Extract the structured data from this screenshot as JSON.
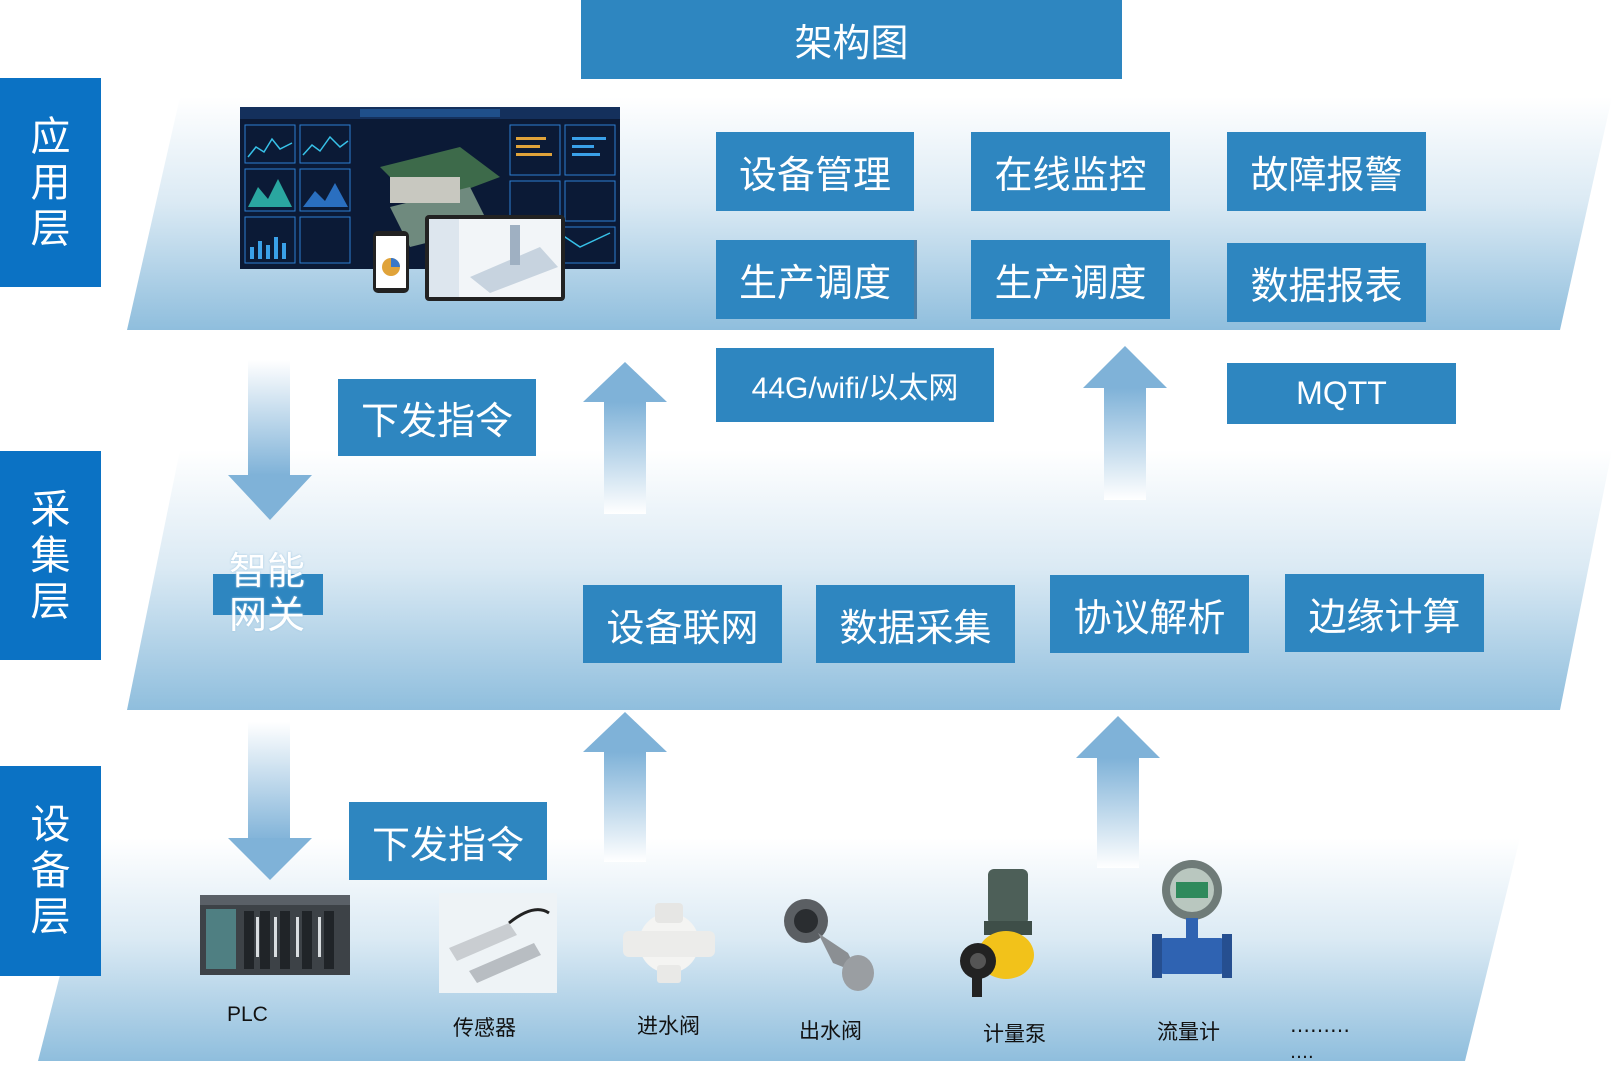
{
  "title": "架构图",
  "layers": [
    {
      "label_chars": [
        "应",
        "用",
        "层"
      ]
    },
    {
      "label_chars": [
        "采",
        "集",
        "层"
      ]
    },
    {
      "label_chars": [
        "设",
        "备",
        "层"
      ]
    }
  ],
  "application": {
    "functions": [
      "设备管理",
      "在线监控",
      "故障报警",
      "生产调度",
      "生产调度",
      "数据报表"
    ]
  },
  "transport": {
    "network": "44G/wifi/以太网",
    "protocol": "MQTT",
    "command_upper": "下发指令",
    "command_lower": "下发指令"
  },
  "collection": {
    "gateway": "智能网关",
    "functions": [
      "设备联网",
      "数据采集",
      "协议解析",
      "边缘计算"
    ]
  },
  "devices": {
    "items": [
      "PLC",
      "传感器",
      "进水阀",
      "出水阀",
      "计量泵",
      "流量计"
    ],
    "more": "………",
    "more2": "…."
  },
  "colors": {
    "box": "#2e86c0",
    "layer_label": "#0b72c4",
    "band_top": "#ffffff",
    "band_bottom": "#8fbedd"
  }
}
